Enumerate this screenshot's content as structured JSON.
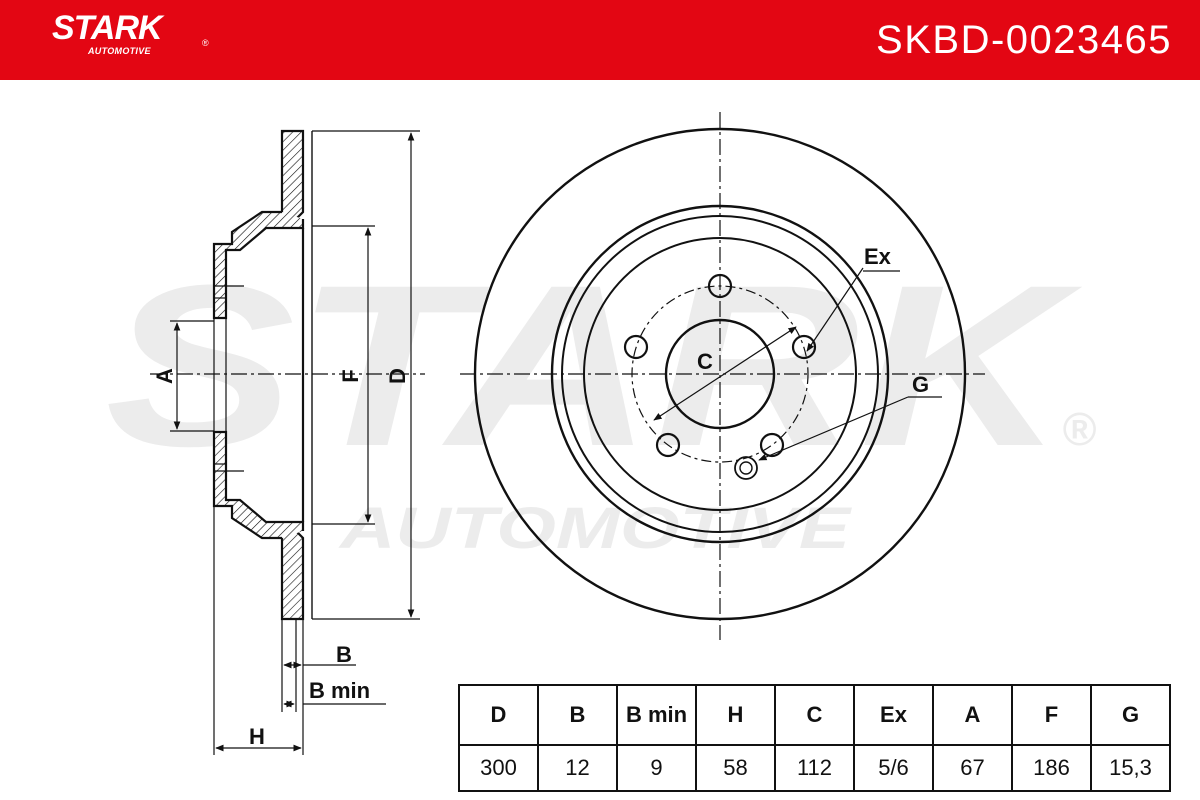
{
  "header": {
    "brand": "STARK",
    "brand_sub": "AUTOMOTIVE",
    "registered": "®",
    "part_number": "SKBD-0023465",
    "color": "#e30613"
  },
  "watermark": {
    "brand": "STARK",
    "brand_sub": "AUTOMOTIVE",
    "registered": "®"
  },
  "labels": {
    "A": "A",
    "F": "F",
    "D": "D",
    "B": "B",
    "B_min": "B min",
    "H": "H",
    "C": "C",
    "Ex": "Ex",
    "G": "G"
  },
  "spec_table": {
    "headers": [
      "D",
      "B",
      "B min",
      "H",
      "C",
      "Ex",
      "A",
      "F",
      "G"
    ],
    "values": [
      "300",
      "12",
      "9",
      "58",
      "112",
      "5/6",
      "67",
      "186",
      "15,3"
    ]
  }
}
